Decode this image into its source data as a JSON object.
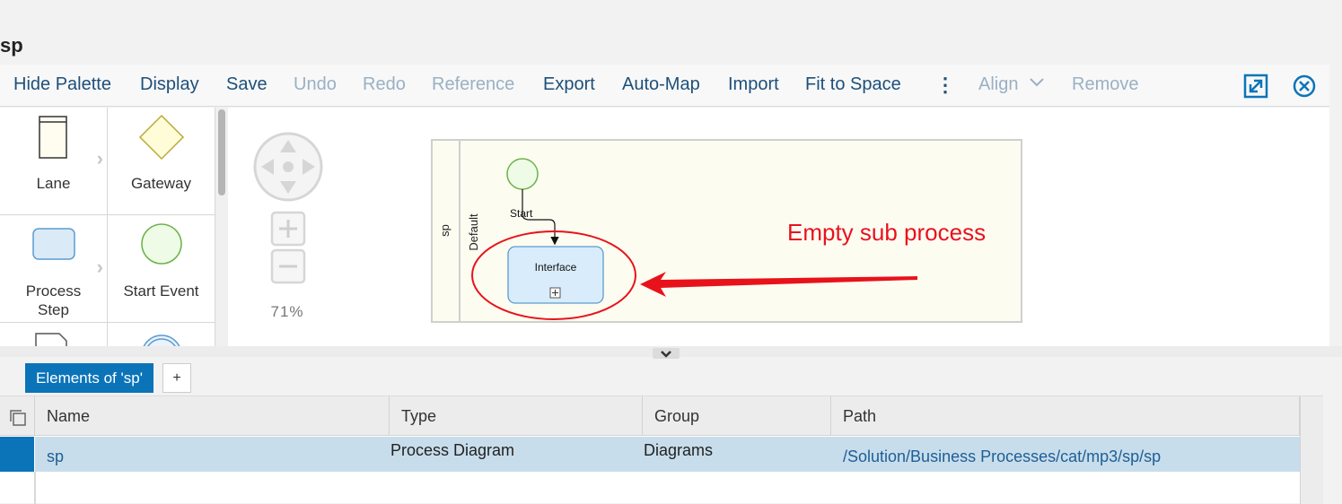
{
  "page": {
    "title": "sp"
  },
  "toolbar": {
    "hide_palette": "Hide Palette",
    "display": "Display",
    "save": "Save",
    "undo": "Undo",
    "redo": "Redo",
    "reference": "Reference",
    "export": "Export",
    "auto_map": "Auto-Map",
    "import": "Import",
    "fit_to_space": "Fit to Space",
    "more": "⋮",
    "align": "Align",
    "remove": "Remove"
  },
  "palette": {
    "lane": "Lane",
    "gateway": "Gateway",
    "process_step_1": "Process",
    "process_step_2": "Step",
    "start_event": "Start Event"
  },
  "zoom": {
    "level": "71%"
  },
  "diagram": {
    "pool_label": "sp",
    "lane_label": "Default",
    "start_label": "Start",
    "subprocess_label": "Interface",
    "annotation": "Empty sub process"
  },
  "tabs": {
    "elements": "Elements of 'sp'",
    "add": "+"
  },
  "table": {
    "headers": [
      "Name",
      "Type",
      "Group",
      "Path"
    ],
    "rows": [
      [
        "sp",
        "Process Diagram",
        "Diagrams",
        "/Solution/Business Processes/cat/mp3/sp/sp"
      ]
    ]
  },
  "colors": {
    "accent": "#0b74b8",
    "link": "#1d4f7a",
    "disabled": "#9ab0c4",
    "annotation": "#e8121a",
    "selected_row": "#c8ddeb"
  }
}
